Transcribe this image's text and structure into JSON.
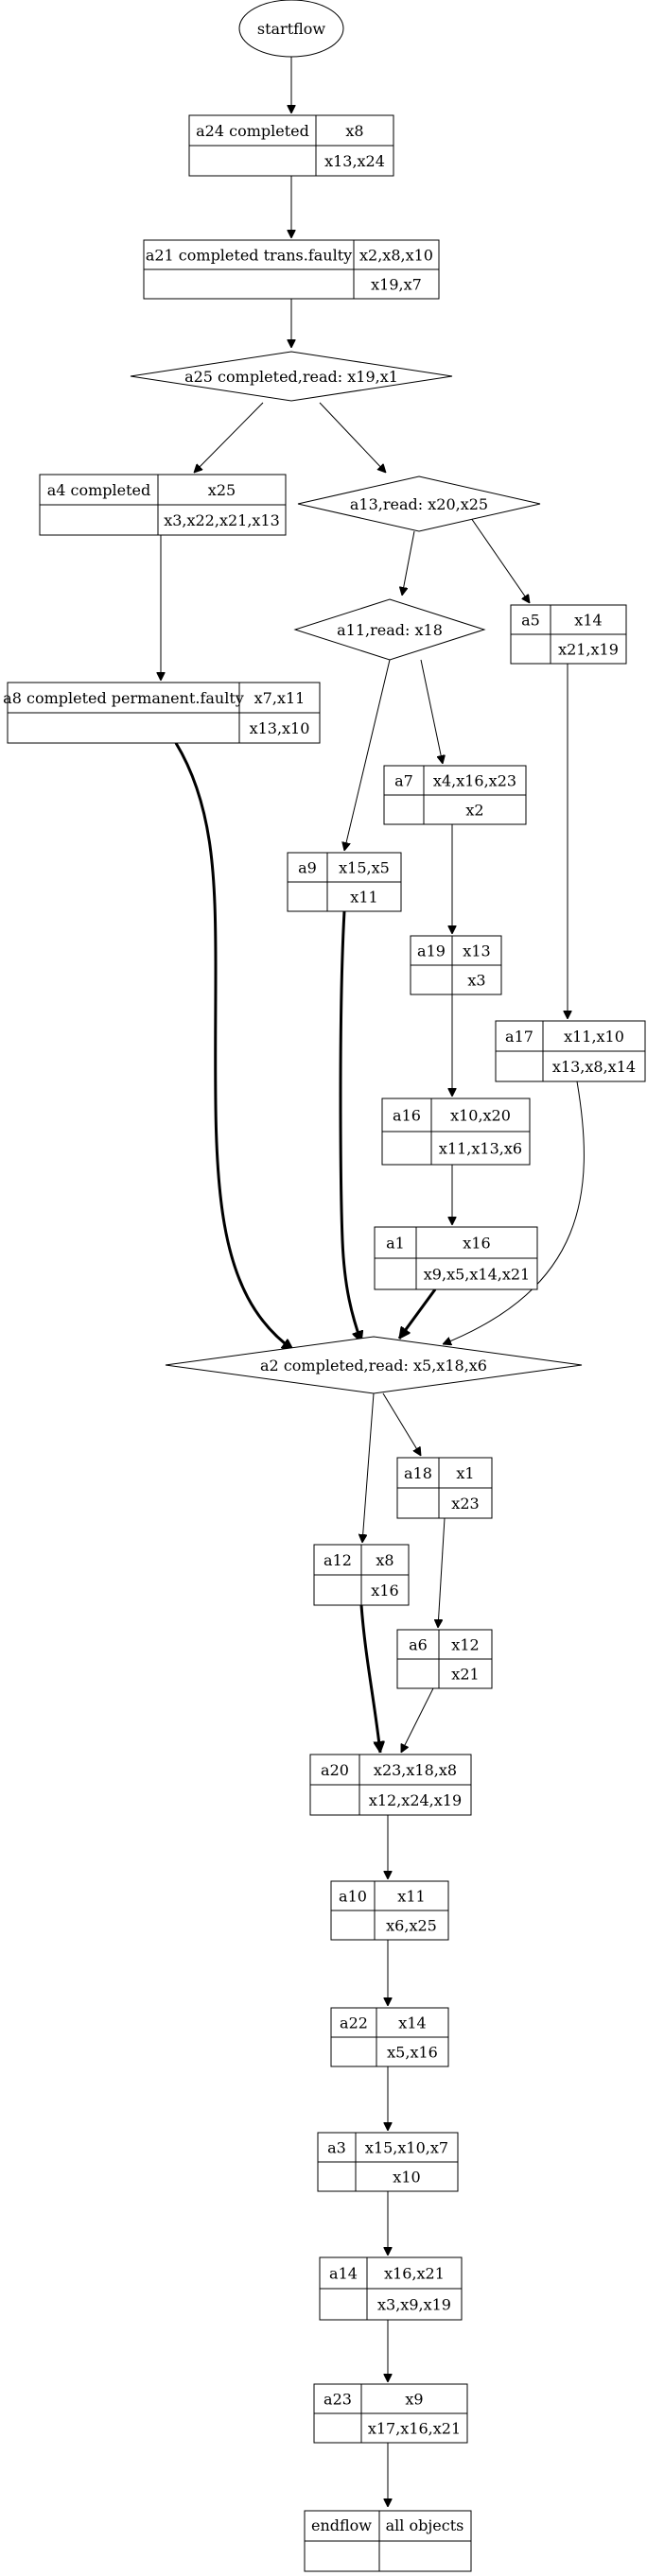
{
  "start": {
    "label": "startflow"
  },
  "end": {
    "label": "endflow",
    "value": "all objects"
  },
  "records": [
    {
      "id": "a24",
      "name": "a24 completed",
      "top": "x8",
      "bottom": "x13,x24"
    },
    {
      "id": "a21",
      "name": "a21 completed trans.faulty",
      "top": "x2,x8,x10",
      "bottom": "x19,x7"
    },
    {
      "id": "a4",
      "name": "a4 completed",
      "top": "x25",
      "bottom": "x3,x22,x21,x13"
    },
    {
      "id": "a8",
      "name": "a8 completed permanent.faulty",
      "top": "x7,x11",
      "bottom": "x13,x10"
    },
    {
      "id": "a5",
      "name": "a5",
      "top": "x14",
      "bottom": "x21,x19"
    },
    {
      "id": "a7",
      "name": "a7",
      "top": "x4,x16,x23",
      "bottom": "x2"
    },
    {
      "id": "a9",
      "name": "a9",
      "top": "x15,x5",
      "bottom": "x11"
    },
    {
      "id": "a19",
      "name": "a19",
      "top": "x13",
      "bottom": "x3"
    },
    {
      "id": "a17",
      "name": "a17",
      "top": "x11,x10",
      "bottom": "x13,x8,x14"
    },
    {
      "id": "a16",
      "name": "a16",
      "top": "x10,x20",
      "bottom": "x11,x13,x6"
    },
    {
      "id": "a1",
      "name": "a1",
      "top": "x16",
      "bottom": "x9,x5,x14,x21"
    },
    {
      "id": "a18",
      "name": "a18",
      "top": "x1",
      "bottom": "x23"
    },
    {
      "id": "a12",
      "name": "a12",
      "top": "x8",
      "bottom": "x16"
    },
    {
      "id": "a6",
      "name": "a6",
      "top": "x12",
      "bottom": "x21"
    },
    {
      "id": "a20",
      "name": "a20",
      "top": "x23,x18,x8",
      "bottom": "x12,x24,x19"
    },
    {
      "id": "a10",
      "name": "a10",
      "top": "x11",
      "bottom": "x6,x25"
    },
    {
      "id": "a22",
      "name": "a22",
      "top": "x14",
      "bottom": "x5,x16"
    },
    {
      "id": "a3",
      "name": "a3",
      "top": "x15,x10,x7",
      "bottom": "x10"
    },
    {
      "id": "a14",
      "name": "a14",
      "top": "x16,x21",
      "bottom": "x3,x9,x19"
    },
    {
      "id": "a23",
      "name": "a23",
      "top": "x9",
      "bottom": "x17,x16,x21"
    }
  ],
  "decisions": [
    {
      "id": "a25",
      "label": "a25 completed,read: x19,x1"
    },
    {
      "id": "a13",
      "label": "a13,read: x20,x25"
    },
    {
      "id": "a11",
      "label": "a11,read: x18"
    },
    {
      "id": "a2",
      "label": "a2 completed,read: x5,x18,x6"
    }
  ]
}
